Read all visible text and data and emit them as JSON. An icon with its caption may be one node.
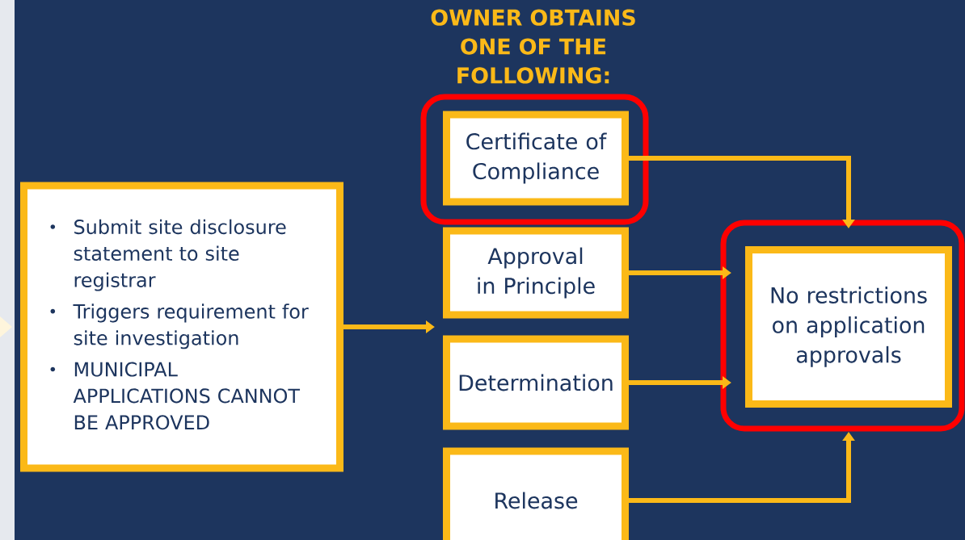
{
  "diagram": {
    "title": "OWNER OBTAINS ONE OF THE FOLLOWING:",
    "nodes": [
      {
        "text": [
          "Submit site disclosure statement to site registrar",
          "Triggers requirement for site investigation",
          "MUNICIPAL APPLICATIONS CANNOT BE APPROVED"
        ]
      },
      {
        "text": [
          "Certificate of Compliance"
        ]
      },
      {
        "text": [
          "Approval in Principle"
        ]
      },
      {
        "text": [
          "Determination"
        ]
      },
      {
        "text": [
          "Release"
        ]
      },
      {
        "text": [
          "No restrictions on application approvals"
        ]
      }
    ],
    "edges": [
      {
        "from": 0,
        "to": null,
        "arrow": "to"
      },
      {
        "from": 1,
        "to": 5,
        "arrow": "to"
      },
      {
        "from": 2,
        "to": 5,
        "arrow": "to"
      },
      {
        "from": 3,
        "to": 5,
        "arrow": "to"
      },
      {
        "from": 4,
        "to": 5,
        "arrow": "to"
      }
    ]
  }
}
